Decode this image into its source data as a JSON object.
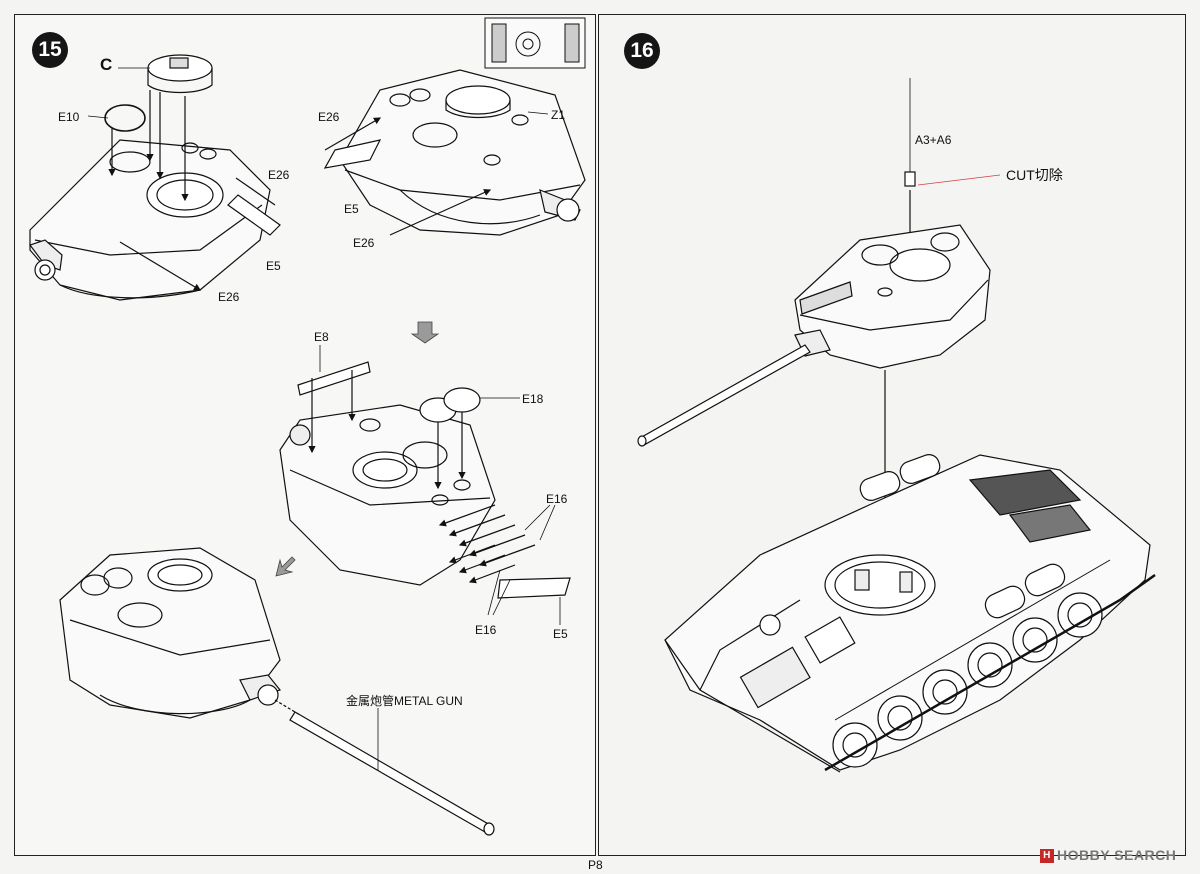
{
  "steps": {
    "step15": {
      "number": "15",
      "labels": {
        "c": "C",
        "e10": "E10",
        "e26_a": "E26",
        "e26_b": "E26",
        "e26_c": "E26",
        "e26_d": "E26",
        "e5_a": "E5",
        "e5_b": "E5",
        "e5_c": "E5",
        "z1": "Z1",
        "e8": "E8",
        "e18": "E18",
        "e16_a": "E16",
        "e16_b": "E16",
        "metal_gun": "金属炮管METAL GUN"
      }
    },
    "step16": {
      "number": "16",
      "labels": {
        "a3a6": "A3+A6",
        "cut": "CUT切除"
      }
    }
  },
  "footer": {
    "page": "P8",
    "watermark": "HOBBY SEARCH",
    "watermark_logo": "H"
  },
  "colors": {
    "ink": "#111111",
    "paper": "#f7f7f5",
    "badge": "#151515",
    "arrow_fill": "#9a9a9a",
    "cut_line": "#d04040",
    "watermark_logo": "#c62828"
  }
}
